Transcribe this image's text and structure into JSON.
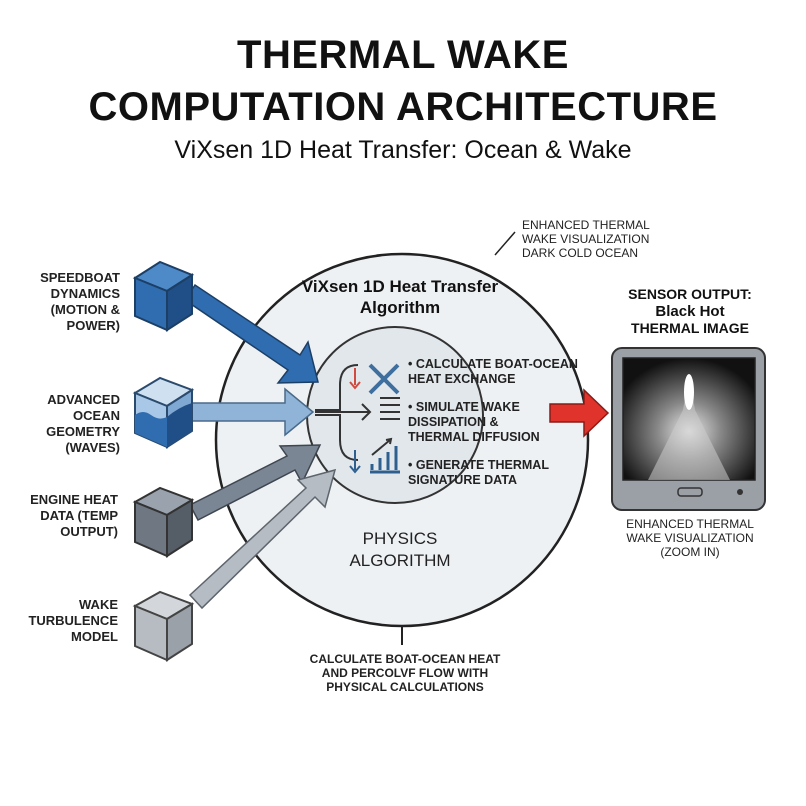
{
  "title_line1": "THERMAL WAKE",
  "title_line2": "COMPUTATION ARCHITECTURE",
  "subtitle": "ViXsen 1D Heat Transfer: Ocean & Wake",
  "inputs": [
    {
      "label": "SPEEDBOAT DYNAMICS (MOTION & POWER)",
      "icon": "blue-cube-icon"
    },
    {
      "label": "ADVANCED OCEAN GEOMETRY (WAVES)",
      "icon": "ocean-cube-icon"
    },
    {
      "label": "ENGINE HEAT DATA (TEMP OUTPUT)",
      "icon": "gray-cube-icon"
    },
    {
      "label": "WAKE TURBULENCE MODEL",
      "icon": "light-gray-cube-icon"
    }
  ],
  "algorithm": {
    "title": "ViXsen 1D Heat Transfer Algorithm",
    "steps": [
      "CALCULATE BOAT-OCEAN HEAT EXCHANGE",
      "SIMULATE WAKE DISSIPATION & THERMAL DIFFUSION",
      "GENERATE THERMAL SIGNATURE DATA"
    ],
    "footer": "PHYSICS ALGORITHM"
  },
  "top_callout": "ENHANCED THERMAL WAKE VISUALIZATION DARK COLD OCEAN",
  "bottom_callout": "CALCULATE BOAT-OCEAN HEAT AND PERCOLVF FLOW WITH PHYSICAL CALCULATIONS",
  "output": {
    "heading": "SENSOR OUTPUT:",
    "mode": "Black Hot",
    "type": "THERMAL IMAGE",
    "caption": "ENHANCED THERMAL WAKE VISUALIZATION (ZOOM IN)"
  },
  "colors": {
    "blue": "#2f6cb0",
    "gray": "#7b8694",
    "red": "#e0332c",
    "circle": "#eef1f4"
  }
}
